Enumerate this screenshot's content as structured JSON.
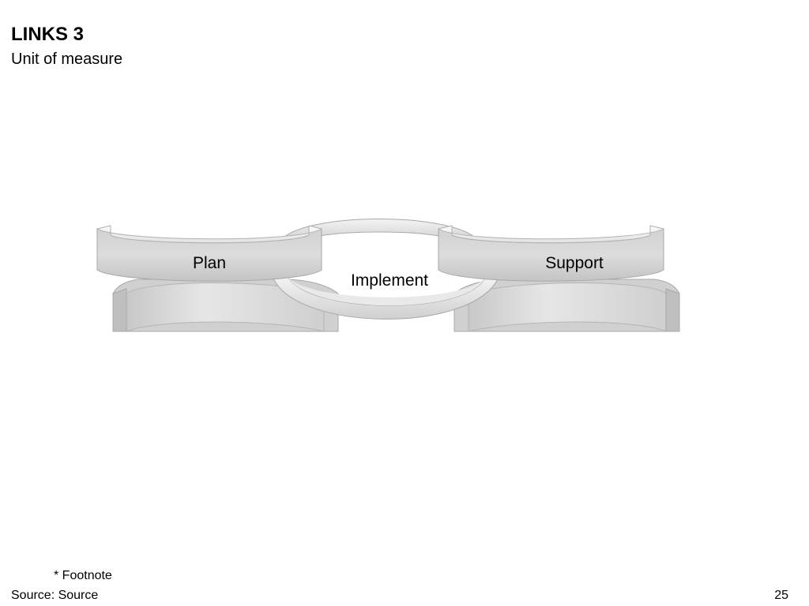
{
  "header": {
    "title": "LINKS 3",
    "subtitle": "Unit of measure"
  },
  "diagram": {
    "links": [
      {
        "label": "Plan"
      },
      {
        "label": "Implement"
      },
      {
        "label": "Support"
      }
    ],
    "colors": {
      "link_fill": "#d6d6d6",
      "link_face_light": "#ececec",
      "link_edge": "#a8a8a8"
    }
  },
  "footer": {
    "footnote": "* Footnote",
    "source": "Source: Source",
    "page_number": "25"
  }
}
